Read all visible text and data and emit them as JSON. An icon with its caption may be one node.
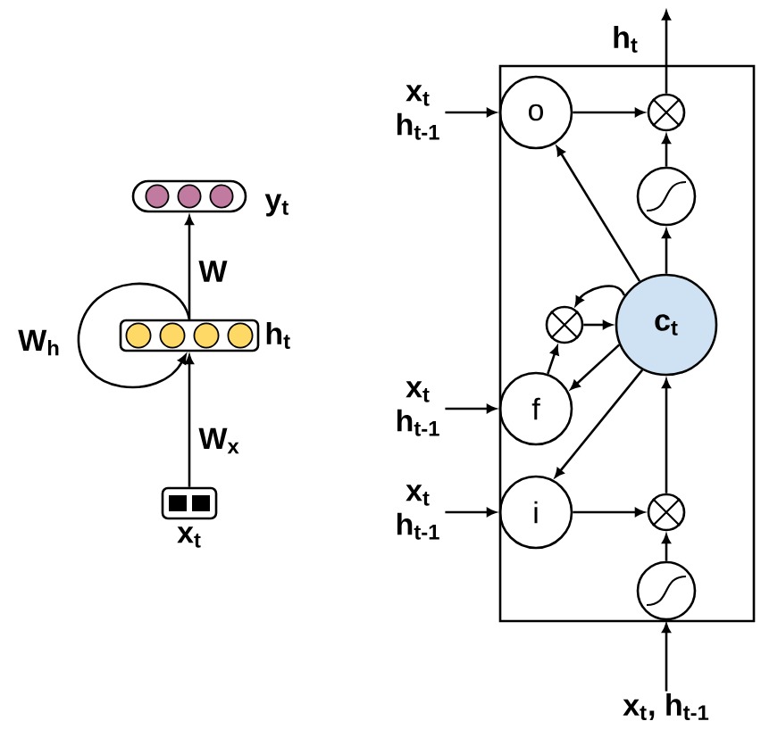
{
  "diagram": {
    "nodes": [
      {
        "text": [],
        "shape": "box",
        "beside": [
          "y$_{t}$"
        ]
      },
      {
        "text": [],
        "shape": "box",
        "beside": [
          "h$_{t}$"
        ]
      },
      {
        "text": [],
        "shape": "box",
        "beside": [
          "x$_{t}$"
        ]
      },
      {
        "text": [],
        "shape": "box"
      },
      {
        "text": [
          "o"
        ],
        "in": 3
      },
      {
        "text": [],
        "shape": "circle",
        "in": 3
      },
      {
        "text": [],
        "shape": "circle",
        "in": 3
      },
      {
        "text": [],
        "shape": "circle",
        "in": 3
      },
      {
        "text": [
          "c$_{t}$"
        ],
        "in": 3
      },
      {
        "text": [
          "f"
        ],
        "in": 3
      },
      {
        "text": [
          "i"
        ],
        "in": 3
      },
      {
        "text": [],
        "shape": "circle",
        "in": 3
      },
      {
        "text": [],
        "shape": "circle",
        "in": 3
      },
      {
        "text": [
          "x$_{t}$ h$_{t-1}$"
        ]
      },
      {
        "text": [
          "x$_{t}$ h$_{t-1}$"
        ]
      },
      {
        "text": [
          "x$_{t}$ h$_{t-1}$"
        ]
      },
      {
        "text": [
          "x$_{t}$, h$_{t-1}$"
        ]
      }
    ],
    "edges": [
      {
        "from": 2,
        "to": 1,
        "arrow": "to",
        "label": "W$_{x}$"
      },
      {
        "from": 1,
        "to": 0,
        "arrow": "to",
        "label": "W"
      },
      {
        "from": 1,
        "to": 1,
        "arrow": "to",
        "label": "W$_{h}$"
      },
      {
        "from": 4,
        "to": 5,
        "arrow": "to"
      },
      {
        "from": 6,
        "to": 5,
        "arrow": "to"
      },
      {
        "from": 5,
        "to": null,
        "arrow": "to",
        "label": "h$_{t}$"
      },
      {
        "from": 8,
        "to": 6,
        "arrow": "to"
      },
      {
        "from": 8,
        "to": 4,
        "arrow": "to"
      },
      {
        "from": 8,
        "to": 7,
        "arrow": "to"
      },
      {
        "from": 7,
        "to": 8,
        "arrow": "to"
      },
      {
        "from": 9,
        "to": 7,
        "arrow": "to"
      },
      {
        "from": 8,
        "to": 9,
        "arrow": "to"
      },
      {
        "from": 8,
        "to": 10,
        "arrow": "to"
      },
      {
        "from": 10,
        "to": 11,
        "arrow": "to"
      },
      {
        "from": 11,
        "to": 8,
        "arrow": "to"
      },
      {
        "from": 12,
        "to": 11,
        "arrow": "to"
      },
      {
        "from": 16,
        "to": 12,
        "arrow": "to"
      },
      {
        "from": 13,
        "to": 4,
        "arrow": "to"
      },
      {
        "from": 14,
        "to": 9,
        "arrow": "to"
      },
      {
        "from": 15,
        "to": 10,
        "arrow": "to"
      }
    ]
  }
}
